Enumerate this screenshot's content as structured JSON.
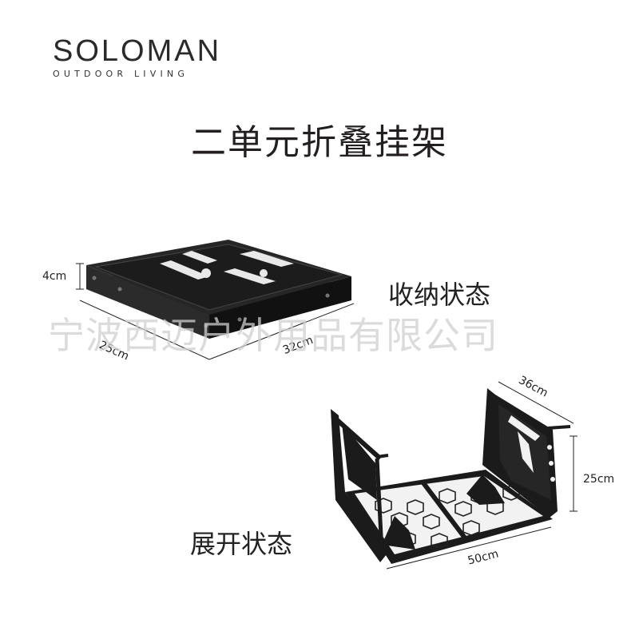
{
  "brand": {
    "name": "SOLOMAN",
    "tagline": "OUTDOOR LIVING"
  },
  "title": "二单元折叠挂架",
  "folded": {
    "label": "收纳状态",
    "dims": {
      "height": "4cm",
      "depth": "25cm",
      "width": "32cm"
    }
  },
  "unfolded": {
    "label": "展开状态",
    "dims": {
      "depth": "36cm",
      "height": "25cm",
      "width": "50cm"
    }
  },
  "watermark": "宁波西迈户外用品有限公司"
}
